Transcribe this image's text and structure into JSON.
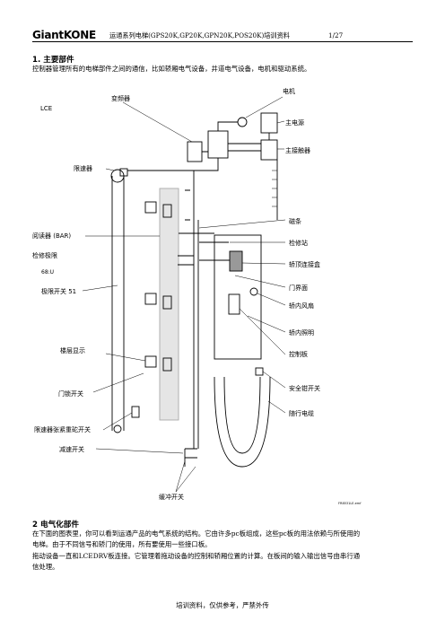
{
  "header": {
    "logo": "GiantKONE",
    "title": "运通系列电梯(GPS20K,GP20K,GPN20K,POS20K)培训资料",
    "page": "1/27"
  },
  "section1": {
    "heading": "1. 主要部件",
    "text": "控制器管理所有的电梯部件之间的通信，比如轿厢电气设备，井道电气设备，电机和驱动系统。"
  },
  "diagram": {
    "labels": {
      "lce": "LCE",
      "inverter": "变频器",
      "motor": "电机",
      "main_power": "主电源",
      "main_contactor": "主接触器",
      "governor": "限速器",
      "magnet": "磁条",
      "inspection": "检修站",
      "reader": "阅读器 (BAR)",
      "door_zone": "门界面",
      "car_connection": "轿顶连接盒",
      "limit_switch": "检修极限",
      "limit_code": "68:U",
      "final_limit": "极限开关 51",
      "car_fan": "轿内风扇",
      "car_light": "轿内照明",
      "control_board": "控制板",
      "floor_display": "楼层显示",
      "door_lock": "门锁开关",
      "safety_gear": "安全钳开关",
      "travel_cable": "随行电缆",
      "governor_tension": "限速器张紧重砣开关",
      "slowdown": "减速开关",
      "buffer": "缓冲开关",
      "code": "FR8531LE.emf"
    }
  },
  "section2": {
    "heading": "2  电气化部件",
    "lines": [
      "在下面的图表里，你可以看到运通产品的电气系统的结构。它由许多pc板组成，这些pc板的用法依赖与所使用的",
      "电梯。由于不同信号和轿门的使用，所有要使用一些接口板。",
      "拖动设备一直和LCEDRV板连接。它管理着拖动设备的控制和轿厢位置的计算。在板间的输入输出信号由串行通",
      "信处理。"
    ]
  },
  "footer": "培训资料，仅供参考，严禁外传"
}
